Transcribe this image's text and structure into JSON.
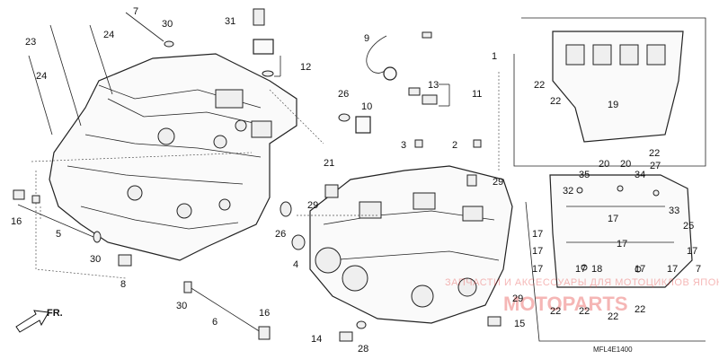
{
  "diagram": {
    "code": "MFL4E1400",
    "fr_label": "FR.",
    "watermark_small": "ЗАПЧАСТИ И АКСЕССУАРЫ ДЛЯ МОТОЦИКЛОВ ЯПОНИИ",
    "watermark_big": "MOTOPARTS"
  },
  "callouts": [
    {
      "id": "c7",
      "text": "7"
    },
    {
      "id": "c30a",
      "text": "30"
    },
    {
      "id": "c31",
      "text": "31"
    },
    {
      "id": "c23",
      "text": "23"
    },
    {
      "id": "c24a",
      "text": "24"
    },
    {
      "id": "c24b",
      "text": "24"
    },
    {
      "id": "c12",
      "text": "12"
    },
    {
      "id": "c9",
      "text": "9"
    },
    {
      "id": "c1",
      "text": "1"
    },
    {
      "id": "c13",
      "text": "13"
    },
    {
      "id": "c11",
      "text": "11"
    },
    {
      "id": "c26a",
      "text": "26"
    },
    {
      "id": "c10",
      "text": "10"
    },
    {
      "id": "c3",
      "text": "3"
    },
    {
      "id": "c2",
      "text": "2"
    },
    {
      "id": "c22a",
      "text": "22"
    },
    {
      "id": "c22b",
      "text": "22"
    },
    {
      "id": "c19",
      "text": "19"
    },
    {
      "id": "c21",
      "text": "21"
    },
    {
      "id": "c29a",
      "text": "29"
    },
    {
      "id": "c29b",
      "text": "29"
    },
    {
      "id": "c29c",
      "text": "29"
    },
    {
      "id": "c16a",
      "text": "16"
    },
    {
      "id": "c5",
      "text": "5"
    },
    {
      "id": "c30b",
      "text": "30"
    },
    {
      "id": "c8",
      "text": "8"
    },
    {
      "id": "c26b",
      "text": "26"
    },
    {
      "id": "c4",
      "text": "4"
    },
    {
      "id": "c30c",
      "text": "30"
    },
    {
      "id": "c6",
      "text": "6"
    },
    {
      "id": "c16b",
      "text": "16"
    },
    {
      "id": "c14",
      "text": "14"
    },
    {
      "id": "c28",
      "text": "28"
    },
    {
      "id": "c15",
      "text": "15"
    },
    {
      "id": "c22c",
      "text": "22"
    },
    {
      "id": "c27",
      "text": "27"
    },
    {
      "id": "c35",
      "text": "35"
    },
    {
      "id": "c20a",
      "text": "20"
    },
    {
      "id": "c20b",
      "text": "20"
    },
    {
      "id": "c34",
      "text": "34"
    },
    {
      "id": "c32",
      "text": "32"
    },
    {
      "id": "c33",
      "text": "33"
    },
    {
      "id": "c25",
      "text": "25"
    },
    {
      "id": "c17a",
      "text": "17"
    },
    {
      "id": "c17b",
      "text": "17"
    },
    {
      "id": "c17c",
      "text": "17"
    },
    {
      "id": "c17d",
      "text": "17"
    },
    {
      "id": "c17e",
      "text": "17"
    },
    {
      "id": "c17f",
      "text": "17"
    },
    {
      "id": "c17g",
      "text": "17"
    },
    {
      "id": "c17h",
      "text": "17"
    },
    {
      "id": "c18",
      "text": "18"
    },
    {
      "id": "c17i",
      "text": "17"
    },
    {
      "id": "c7b",
      "text": "7"
    },
    {
      "id": "c22d",
      "text": "22"
    },
    {
      "id": "c22e",
      "text": "22"
    },
    {
      "id": "c22f",
      "text": "22"
    },
    {
      "id": "c22g",
      "text": "22"
    }
  ]
}
